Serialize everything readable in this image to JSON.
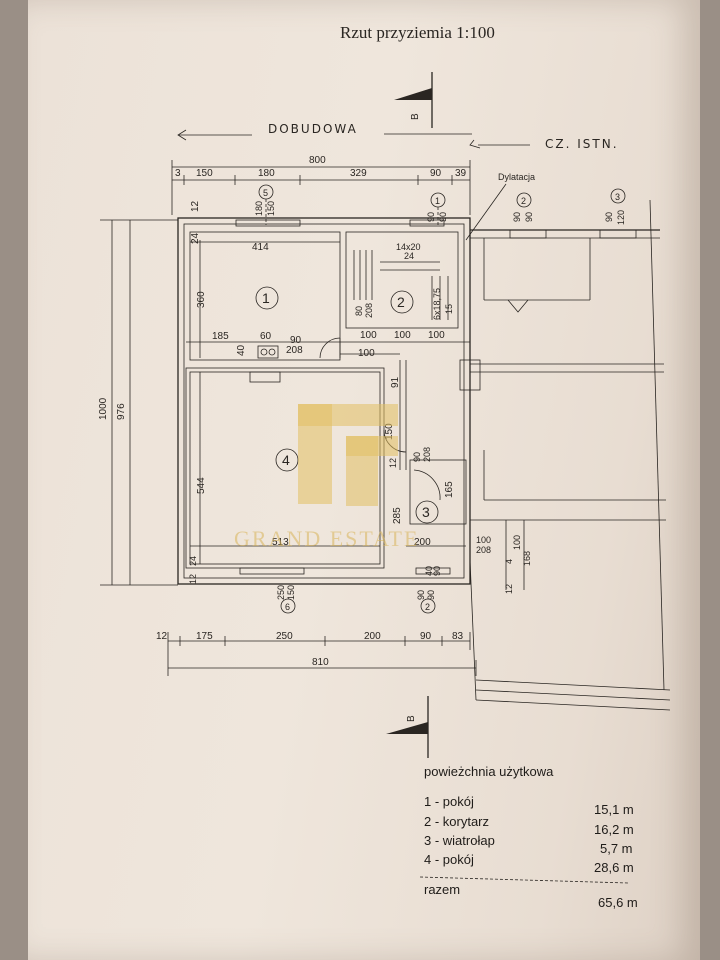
{
  "title": "Rzut przyziemia  1:100",
  "annotations": {
    "extension": "DOBUDOWA",
    "existing_part": "CZ. ISTN.",
    "dilation": "Dylatacja",
    "section_mark": "B"
  },
  "dimensions": {
    "top_total": "800",
    "top_segments": [
      "150",
      "180",
      "329",
      "90",
      "39"
    ],
    "top_prefix": "3",
    "bottom_total": "810",
    "bottom_segments": [
      "12",
      "175",
      "250",
      "200",
      "90",
      "83"
    ],
    "left_outer": "1000",
    "left_inner": "976",
    "misc": [
      "12",
      "24",
      "414",
      "360",
      "185",
      "60",
      "90",
      "208",
      "40",
      "100",
      "100",
      "100",
      "100",
      "14x20",
      "24",
      "80",
      "208",
      "6x18,75",
      "15",
      "91",
      "150",
      "208",
      "544",
      "12",
      "90",
      "165",
      "285",
      "513",
      "200",
      "100",
      "208",
      "24",
      "12",
      "40",
      "90",
      "100",
      "12",
      "4",
      "168"
    ]
  },
  "window_labels": [
    "180",
    "150",
    "90",
    "90",
    "90",
    "90",
    "90",
    "120",
    "250",
    "150",
    "90",
    "90"
  ],
  "axis_markers": [
    "5",
    "1",
    "2",
    "3",
    "6",
    "2"
  ],
  "rooms": [
    {
      "number": "1"
    },
    {
      "number": "2"
    },
    {
      "number": "3"
    },
    {
      "number": "4"
    }
  ],
  "watermark": "GRAND ESTATE",
  "legend": {
    "heading": "powieżchnia  użytkowa",
    "rows": [
      {
        "label": "1 - pokój",
        "value": "15,1 m"
      },
      {
        "label": "2 - korytarz",
        "value": "16,2 m"
      },
      {
        "label": "3 - wiatrołap",
        "value": "5,7 m"
      },
      {
        "label": "4 - pokój",
        "value": "28,6 m"
      }
    ],
    "total_label": "razem",
    "total_value": "65,6 m"
  }
}
